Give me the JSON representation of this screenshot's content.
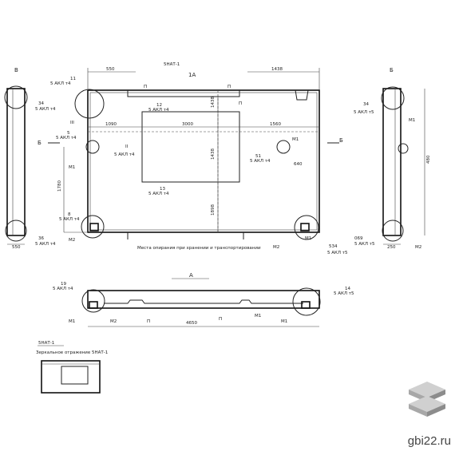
{
  "main_view": {
    "mark": "5НАТ-1",
    "section_top": "1А",
    "dims": {
      "left_top": "550",
      "right_top": "1438",
      "left_mid": "1090",
      "center": "3000",
      "right_mid": "1560",
      "v_top": "1438",
      "v_mid": "1438",
      "v_bottom": "1898",
      "left_height": "1780",
      "mid": "640"
    },
    "callouts": {
      "c11": "11",
      "c11_sheet": "5 АКЛ т4",
      "c12": "12",
      "c12_sheet": "5 АКЛ т4",
      "c13": "13",
      "c13_sheet": "5 АКЛ т4",
      "cII": "II",
      "cII_sheet": "5 АКЛ т4",
      "cIII": "III",
      "c5": "5",
      "c5_sheet": "5 АКЛ т4",
      "c51": "51",
      "c51_sheet": "5 АКЛ т4",
      "c8": "8",
      "c8_sheet": "5 АКЛ т4",
      "c534": "534",
      "c534_sheet": "5 АКЛ т5"
    },
    "labels": {
      "b_left": "Б",
      "b_right": "Б",
      "m1_left": "М1",
      "m1_right": "М1",
      "m2_left": "М2",
      "m2_right": "М2",
      "m1_center": "М1",
      "p_a": "П",
      "p_b": "П",
      "p_c": "П"
    },
    "note": "Места опирания при хранении и транспортировании"
  },
  "side_left": {
    "title": "В",
    "dim_bottom": "550",
    "callout_top": "34",
    "callout_top_sheet": "5 АКЛ т4",
    "callout_bottom": "36",
    "callout_bottom_sheet": "5 АКЛ т4"
  },
  "side_right": {
    "title": "Б",
    "dim_bottom": "250",
    "dim_side": "480",
    "callout_top": "34",
    "callout_top_sheet": "5 АКЛ т5",
    "callout_bottom": "069",
    "callout_bottom_sheet": "5 АКЛ т5",
    "m1": "М1",
    "m2": "М2"
  },
  "section_a": {
    "title": "А",
    "dim": "4650",
    "callout_left": "19",
    "callout_left_sheet": "5 АКЛ т4",
    "callout_right": "14",
    "callout_right_sheet": "5 АКЛ т5",
    "labels": {
      "m1_left": "М1",
      "m2": "М2",
      "p1": "П",
      "p2": "П",
      "m1_right": "М1",
      "m3": "М1"
    }
  },
  "mirror": {
    "title": "5НАТ-1",
    "caption": "Зеркальное отражение 5НАТ-1"
  },
  "watermark": {
    "site": "gbi22.ru",
    "logo": "stacked-slabs-icon"
  }
}
